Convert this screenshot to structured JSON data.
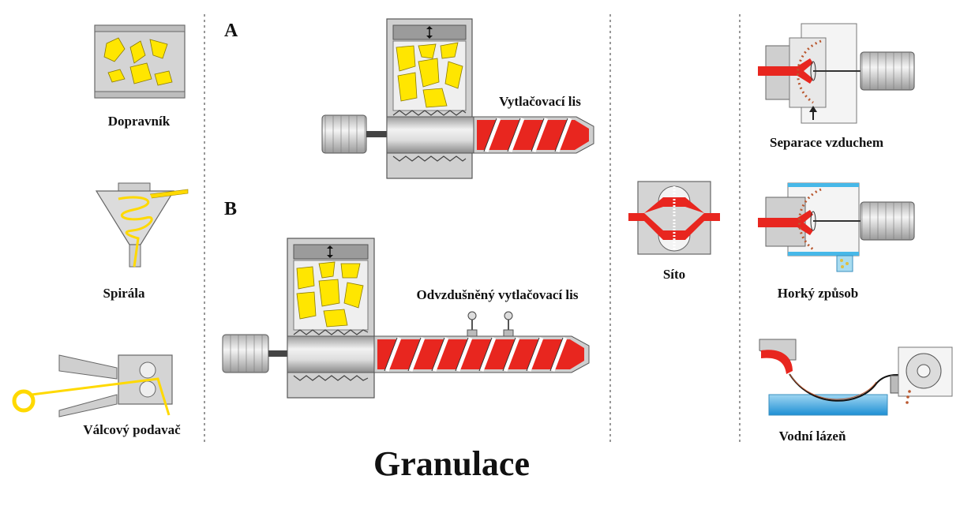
{
  "title": "Granulace",
  "labels": {
    "conveyor": "Dopravník",
    "spiral": "Spirála",
    "roller_feeder": "Válcový podavač",
    "section_a": "A",
    "section_b": "B",
    "extruder": "Vytlačovací lis",
    "vented_extruder": "Odvzdušněný vytlačovací lis",
    "screen": "Síto",
    "air_separation": "Separace vzduchem",
    "hot_method": "Horký způsob",
    "water_bath": "Vodní lázeň"
  },
  "colors": {
    "melt": "#e8261f",
    "pellets": "#ffe600",
    "water": "#1e8fd4",
    "housing": "#d0d0d0"
  }
}
